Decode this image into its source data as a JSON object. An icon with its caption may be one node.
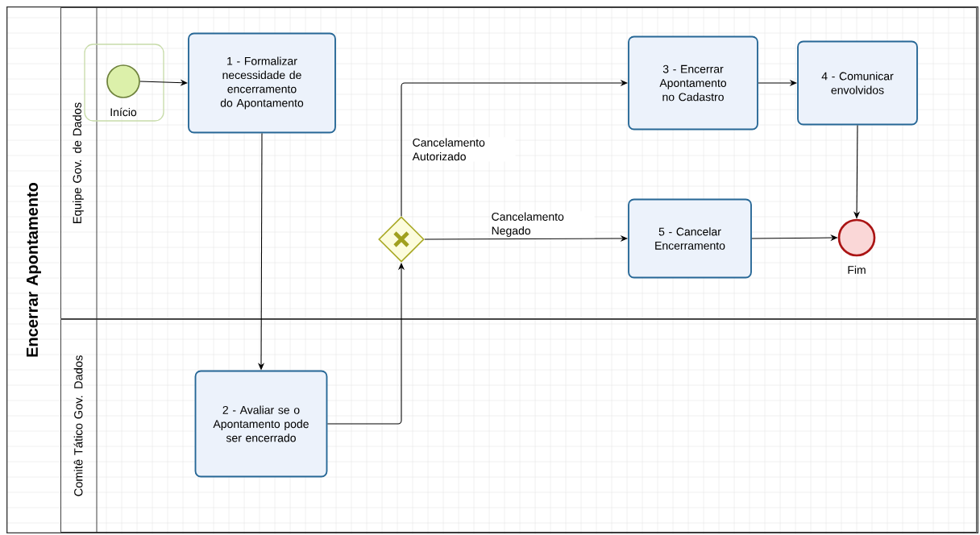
{
  "diagram": {
    "nodes": [
      {
        "text": [
          "Encerrar Apontamento"
        ]
      },
      {
        "text": [
          "Equipe Gov. de Dados"
        ],
        "in": 0
      },
      {
        "text": [
          "Comitê Tático Gov. Dados"
        ],
        "in": 0
      },
      {
        "text": [],
        "shape": "circle",
        "beside": [
          "Início"
        ],
        "in": 1
      },
      {
        "text": [
          "1 - Formalizar necessidade de encerramento do Apontamento"
        ],
        "in": 1
      },
      {
        "text": [
          "2 - Avaliar se o Apontamento pode ser encerrado"
        ],
        "in": 2
      },
      {
        "text": [],
        "shape": "diamond",
        "in": 1
      },
      {
        "text": [
          "3 - Encerrar Apontamento no Cadastro"
        ],
        "in": 1
      },
      {
        "text": [
          "4 - Comunicar envolvidos"
        ],
        "in": 1
      },
      {
        "text": [
          "5 - Cancelar Encerramento"
        ],
        "in": 1
      },
      {
        "text": [],
        "shape": "circle",
        "beside": [
          "Fim"
        ],
        "in": 1
      }
    ],
    "edges": [
      {
        "from": 3,
        "to": 4,
        "arrow": "to"
      },
      {
        "from": 4,
        "to": 5,
        "arrow": "to"
      },
      {
        "from": 5,
        "to": 6,
        "arrow": "to"
      },
      {
        "from": 6,
        "to": 7,
        "arrow": "to",
        "label": "Cancelamento Autorizado"
      },
      {
        "from": 6,
        "to": 9,
        "arrow": "to",
        "label": "Cancelamento Negado"
      },
      {
        "from": 7,
        "to": 8,
        "arrow": "to"
      },
      {
        "from": 8,
        "to": 10,
        "arrow": "to"
      },
      {
        "from": 9,
        "to": 10,
        "arrow": "to"
      }
    ]
  }
}
